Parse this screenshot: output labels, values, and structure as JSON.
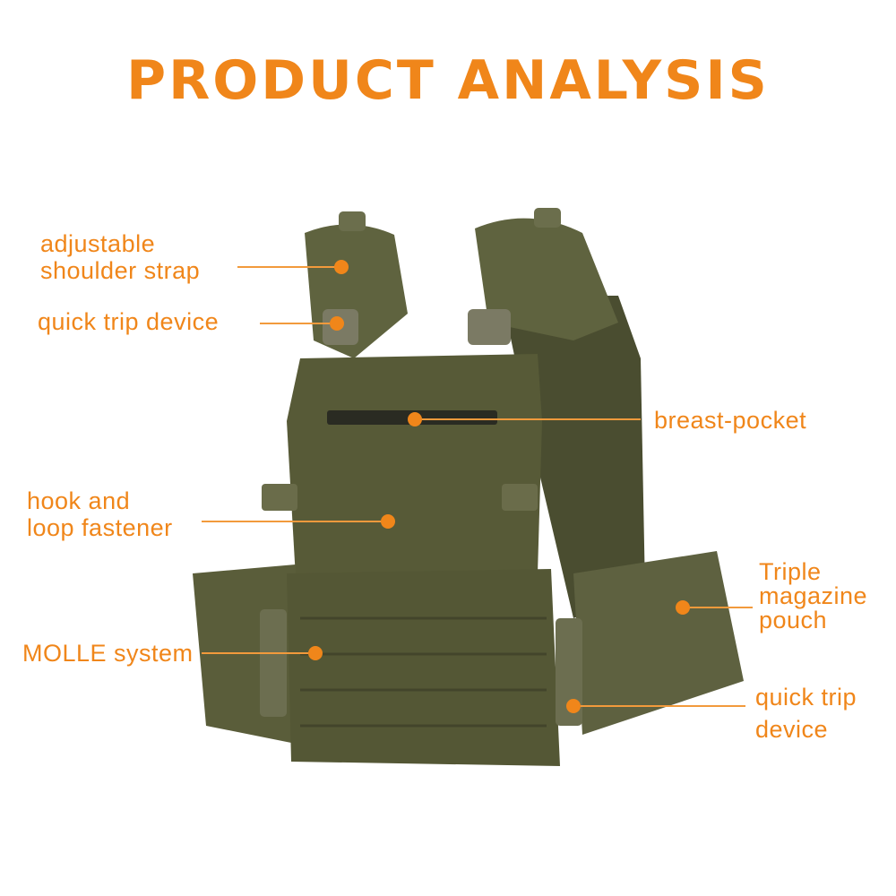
{
  "title": "PRODUCT ANALYSIS",
  "accent_color": "#F0861A",
  "vest_color": "#5B5E3B",
  "callouts": {
    "shoulder_strap": "adjustable\nshoulder strap",
    "quick_trip_left": "quick trip device",
    "breast_pocket": "breast-pocket",
    "hook_loop": "hook and\nloop fastener",
    "molle": "MOLLE system",
    "magazine_pouch": "Triple\nmagazine\npouch",
    "quick_trip_right": "quick trip\ndevice"
  }
}
